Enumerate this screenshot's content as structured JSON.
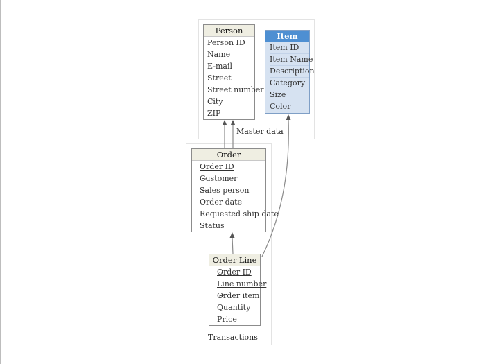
{
  "clusters": {
    "master": {
      "label": "Master data"
    },
    "transactions": {
      "label": "Transactions"
    }
  },
  "entities": {
    "person": {
      "title": "Person",
      "attributes": [
        {
          "name": "Person ID",
          "key": true
        },
        {
          "name": "Name"
        },
        {
          "name": "E-mail"
        },
        {
          "name": "Street"
        },
        {
          "name": "Street number"
        },
        {
          "name": "City"
        },
        {
          "name": "ZIP"
        }
      ]
    },
    "item": {
      "title": "Item",
      "attributes": [
        {
          "name": "Item ID",
          "key": true
        },
        {
          "name": "Item Name"
        },
        {
          "name": "Description"
        },
        {
          "name": "Category"
        },
        {
          "name": "Size"
        },
        {
          "name": "Color"
        }
      ]
    },
    "order": {
      "title": "Order",
      "attributes": [
        {
          "name": "Order ID",
          "key": true
        },
        {
          "name": "Customer",
          "marker": "~"
        },
        {
          "name": "Sales person",
          "marker": "~"
        },
        {
          "name": "Order date"
        },
        {
          "name": "Requested ship date"
        },
        {
          "name": "Status"
        }
      ]
    },
    "order_line": {
      "title": "Order Line",
      "attributes": [
        {
          "name": "Order ID",
          "key": true,
          "marker": "~"
        },
        {
          "name": "Line number",
          "key": true
        },
        {
          "name": "Order item",
          "marker": "~"
        },
        {
          "name": "Quantity"
        },
        {
          "name": "Price"
        }
      ]
    }
  },
  "relationships": [
    {
      "from": "order",
      "to": "person",
      "via": "Customer"
    },
    {
      "from": "order",
      "to": "person",
      "via": "Sales person"
    },
    {
      "from": "order_line",
      "to": "order",
      "via": "Order ID"
    },
    {
      "from": "order_line",
      "to": "item",
      "via": "Order item"
    }
  ],
  "colors": {
    "header_default": "#efeee2",
    "header_highlight": "#4e8fd2",
    "body_highlight": "#d6e2f1",
    "edge": "#8a8a8a"
  }
}
